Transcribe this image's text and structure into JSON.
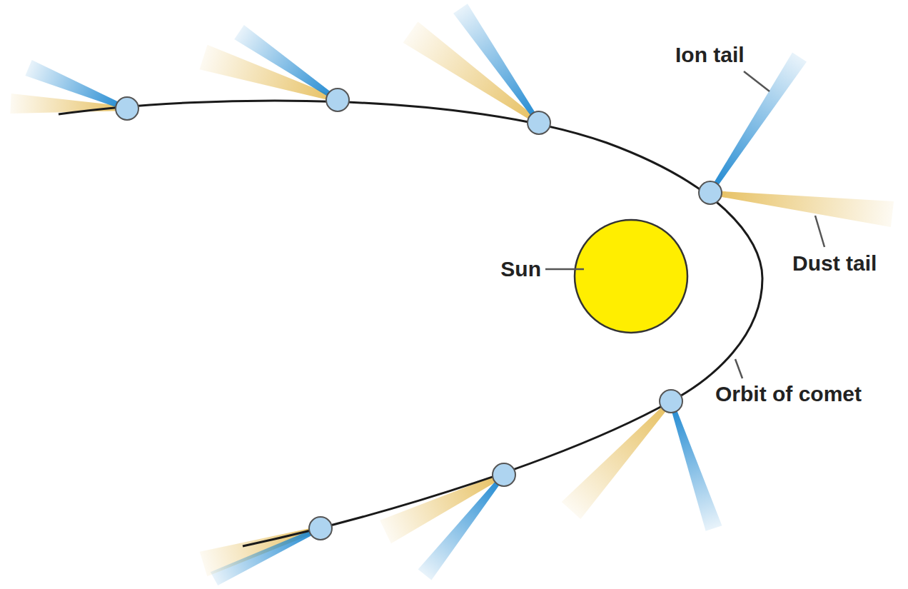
{
  "diagram": {
    "labels": [
      "Ion tail",
      "Dust tail",
      "Sun",
      "Orbit of comet"
    ]
  }
}
